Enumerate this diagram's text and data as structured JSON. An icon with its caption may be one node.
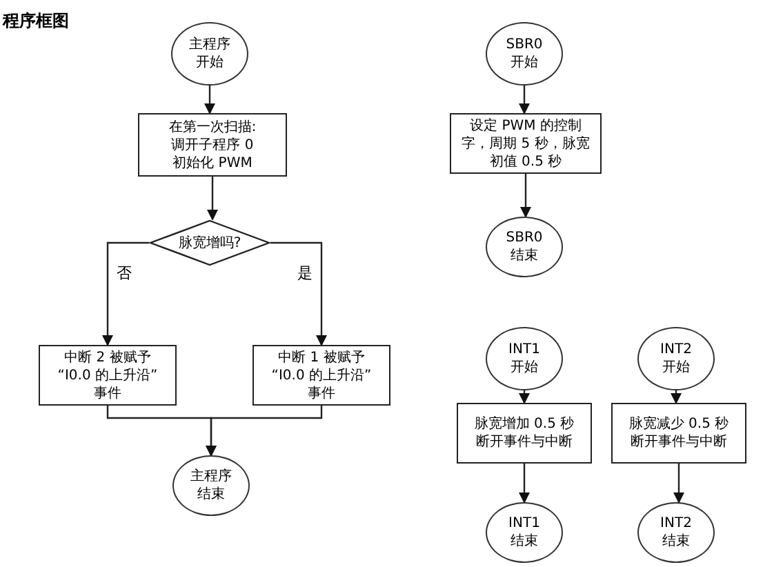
{
  "diagram": {
    "title": "程序框图",
    "nodes": [
      {
        "text": [
          "主程序开始"
        ]
      },
      {
        "text": [
          "在第一次扫描: 调开子程序 0 初始化 PWM"
        ]
      },
      {
        "text": [
          "脉宽增吗?"
        ]
      },
      {
        "text": [
          "中断 2 被赋予 “I0.0 的上升沿” 事件"
        ]
      },
      {
        "text": [
          "中断 1 被赋予 “I0.0 的上升沿” 事件"
        ]
      },
      {
        "text": [
          "主程序结束"
        ]
      },
      {
        "text": [
          "SBR0 开始"
        ]
      },
      {
        "text": [
          "设定 PWM 的控制字，周期 5 秒，脉宽初值 0.5 秒"
        ]
      },
      {
        "text": [
          "SBR0 结束"
        ]
      },
      {
        "text": [
          "INT1 开始"
        ]
      },
      {
        "text": [
          "脉宽增加 0.5 秒断开事件与中断"
        ]
      },
      {
        "text": [
          "INT1 结束"
        ]
      },
      {
        "text": [
          "INT2 开始"
        ]
      },
      {
        "text": [
          "脉宽减少 0.5 秒断开事件与中断"
        ]
      },
      {
        "text": [
          "INT2 结束"
        ]
      }
    ],
    "edges": [
      {
        "from": 0,
        "to": 1,
        "arrow": "to"
      },
      {
        "from": 1,
        "to": 2,
        "arrow": "to"
      },
      {
        "from": 2,
        "to": 3,
        "arrow": "to",
        "label": "否"
      },
      {
        "from": 2,
        "to": 4,
        "arrow": "to",
        "label": "是"
      },
      {
        "from": 3,
        "to": 5,
        "arrow": "to"
      },
      {
        "from": 4,
        "to": 5,
        "arrow": "to"
      },
      {
        "from": 6,
        "to": 7,
        "arrow": "to"
      },
      {
        "from": 7,
        "to": 8,
        "arrow": "to"
      },
      {
        "from": 9,
        "to": 10,
        "arrow": "to"
      },
      {
        "from": 10,
        "to": 11,
        "arrow": "to"
      },
      {
        "from": 12,
        "to": 13,
        "arrow": "to"
      },
      {
        "from": 13,
        "to": 14,
        "arrow": "to"
      }
    ]
  }
}
